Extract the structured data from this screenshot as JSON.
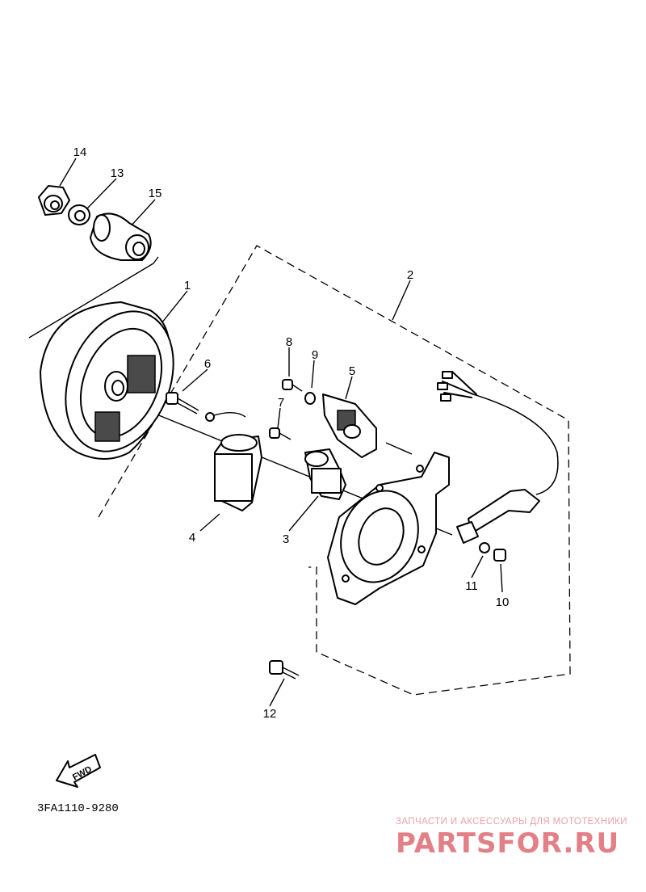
{
  "callouts": [
    {
      "id": "1",
      "text": "1"
    },
    {
      "id": "2",
      "text": "2"
    },
    {
      "id": "3",
      "text": "3"
    },
    {
      "id": "4",
      "text": "4"
    },
    {
      "id": "5",
      "text": "5"
    },
    {
      "id": "6",
      "text": "6"
    },
    {
      "id": "7",
      "text": "7"
    },
    {
      "id": "8",
      "text": "8"
    },
    {
      "id": "9",
      "text": "9"
    },
    {
      "id": "10",
      "text": "10"
    },
    {
      "id": "11",
      "text": "11"
    },
    {
      "id": "12",
      "text": "12"
    },
    {
      "id": "13",
      "text": "13"
    },
    {
      "id": "14",
      "text": "14"
    },
    {
      "id": "15",
      "text": "15"
    }
  ],
  "fwd_label": "FWD",
  "diagram_code": "3FA1110-9280",
  "watermark": {
    "tagline": "ЗАПЧАСТИ И АКСЕССУАРЫ ДЛЯ МОТОТЕХНИКИ",
    "brand": "PARTSFOR.RU",
    "color": "#e37f86"
  }
}
